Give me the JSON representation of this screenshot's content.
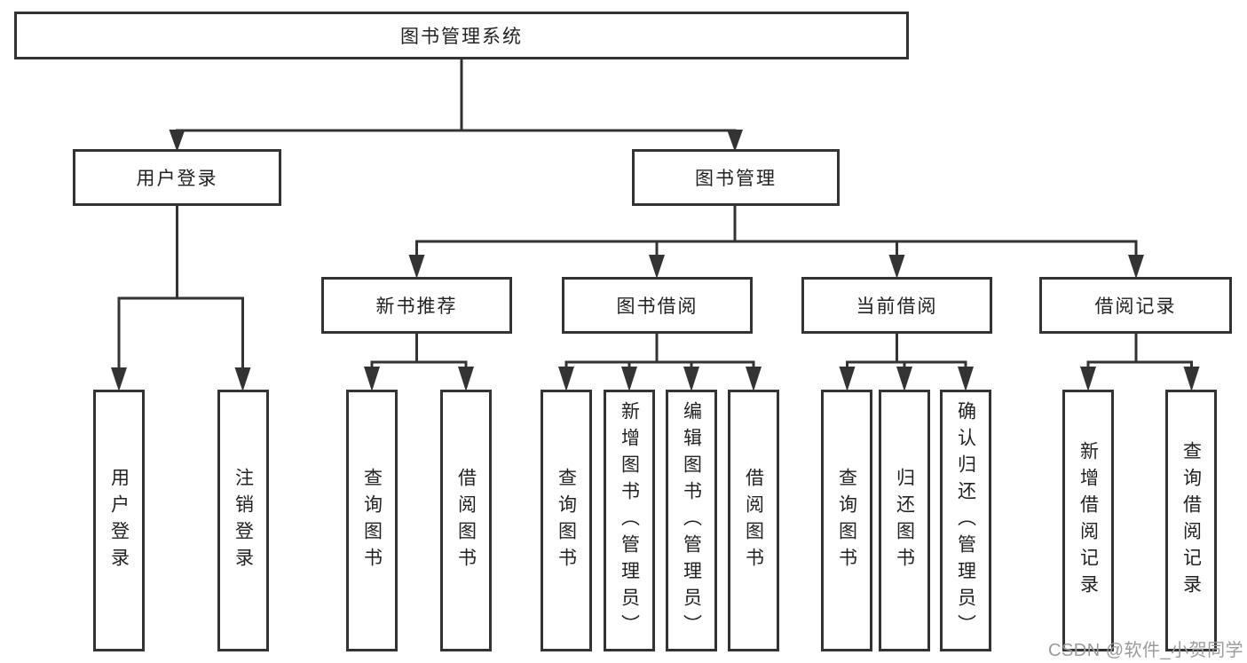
{
  "diagram": {
    "root": {
      "label": "图书管理系统"
    },
    "level2": [
      {
        "label": "用户登录"
      },
      {
        "label": "图书管理"
      }
    ],
    "level3": [
      {
        "label": "新书推荐"
      },
      {
        "label": "图书借阅"
      },
      {
        "label": "当前借阅"
      },
      {
        "label": "借阅记录"
      }
    ],
    "leaves": [
      {
        "label": "用户登录"
      },
      {
        "label": "注销登录"
      },
      {
        "label": "查询图书"
      },
      {
        "label": "借阅图书"
      },
      {
        "label": "查询图书"
      },
      {
        "label": "新增图书（管理员）"
      },
      {
        "label": "编辑图书（管理员）"
      },
      {
        "label": "借阅图书"
      },
      {
        "label": "查询图书"
      },
      {
        "label": "归还图书"
      },
      {
        "label": "确认归还（管理员）"
      },
      {
        "label": "新增借阅记录"
      },
      {
        "label": "查询借阅记录"
      }
    ]
  },
  "watermark": {
    "text": "CSDN @软件_小贺同学"
  },
  "colors": {
    "line": "#333333",
    "text": "#222222",
    "box_fill": "#ffffff",
    "watermark": "#9b9b9b",
    "background": "#ffffff"
  }
}
